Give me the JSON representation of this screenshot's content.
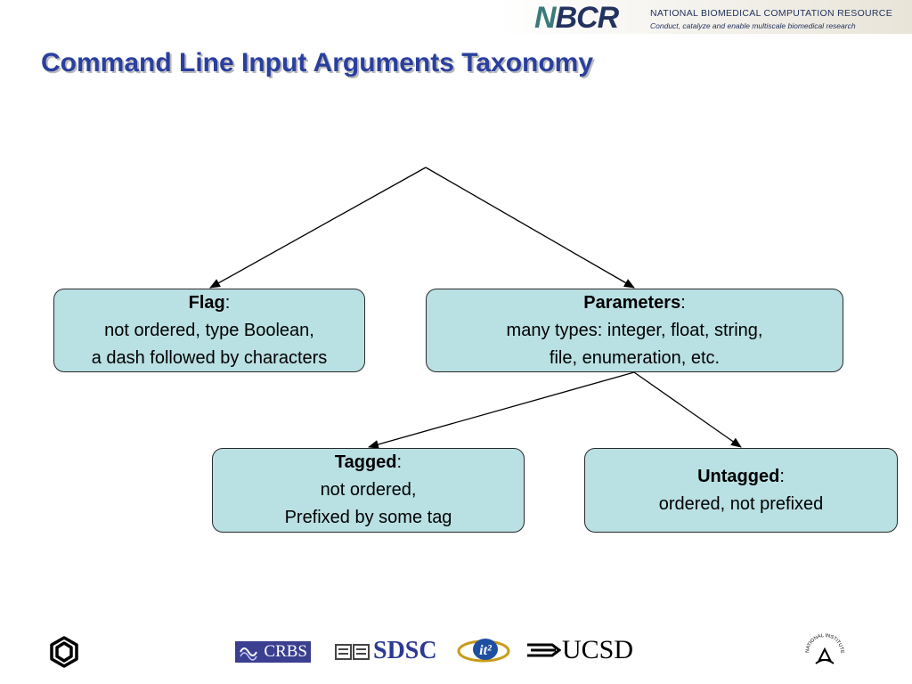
{
  "header": {
    "logo_text": "NBCR",
    "org_name": "NATIONAL BIOMEDICAL COMPUTATION RESOURCE",
    "tagline": "Conduct, catalyze and enable multiscale biomedical research"
  },
  "title": "Command Line Input Arguments Taxonomy",
  "nodes": {
    "flag": {
      "heading": "Flag",
      "line1": "not ordered, type Boolean,",
      "line2": "a dash followed by characters"
    },
    "parameters": {
      "heading": "Parameters",
      "line1": "many types: integer, float, string,",
      "line2": "file, enumeration, etc."
    },
    "tagged": {
      "heading": "Tagged",
      "line1": "not ordered,",
      "line2": "Prefixed by some tag"
    },
    "untagged": {
      "heading": "Untagged",
      "line1": "ordered, not prefixed"
    }
  },
  "edges": [
    {
      "from": "root",
      "to": "flag"
    },
    {
      "from": "root",
      "to": "parameters"
    },
    {
      "from": "parameters",
      "to": "tagged"
    },
    {
      "from": "parameters",
      "to": "untagged"
    }
  ],
  "footer": {
    "crbs": "CRBS",
    "sdsc": "SDSC",
    "it2": "it²",
    "ucsd": "UCSD",
    "nih": "NATIONAL INSTITUTES OF HEALTH"
  },
  "colors": {
    "title": "#2a3f9e",
    "node_fill": "#b9e0e3",
    "node_border": "#2a2a2a"
  }
}
